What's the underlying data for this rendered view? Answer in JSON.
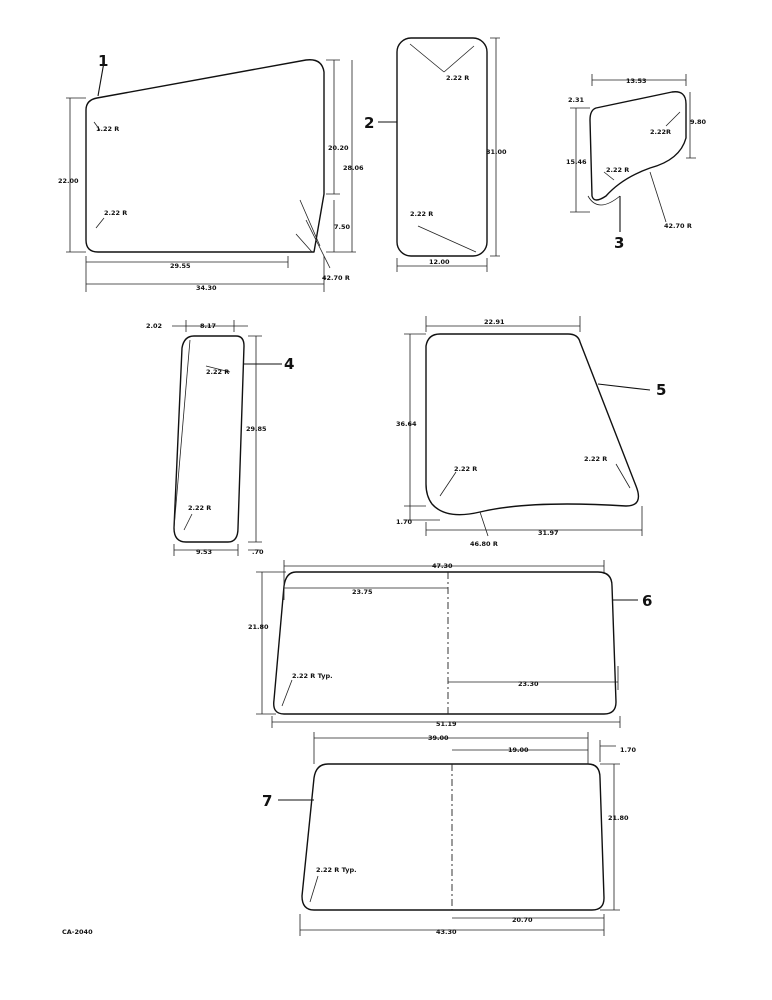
{
  "drawing_code": "CA-2040",
  "parts": [
    {
      "callout": "1",
      "dims": [
        "22.00",
        "20.20",
        "28.06",
        "7.50",
        "29.55",
        "34.30"
      ],
      "radii": [
        "1.22 R",
        "2.22 R",
        "42.70 R"
      ]
    },
    {
      "callout": "2",
      "dims": [
        "31.00",
        "12.00"
      ],
      "radii": [
        "2.22 R",
        "2.22 R"
      ]
    },
    {
      "callout": "3",
      "dims": [
        "13.53",
        "2.31",
        "9.80",
        "15.46"
      ],
      "radii": [
        "2.22R",
        "2.22 R",
        "42.70 R"
      ]
    },
    {
      "callout": "4",
      "dims": [
        "2.02",
        "8.17",
        "29.85",
        "9.53",
        ".70"
      ],
      "radii": [
        "2.22 R",
        "2.22 R"
      ]
    },
    {
      "callout": "5",
      "dims": [
        "22.91",
        "36.64",
        "1.70",
        "31.97"
      ],
      "radii": [
        "2.22 R",
        "2.22 R",
        "46.80 R"
      ]
    },
    {
      "callout": "6",
      "dims": [
        "47.30",
        "23.75",
        "21.80",
        "23.30",
        "51.19"
      ],
      "radii": [
        "2.22 R Typ."
      ]
    },
    {
      "callout": "7",
      "dims": [
        "39.00",
        "19.00",
        "1.70",
        "21.80",
        "20.70",
        "43.30"
      ],
      "radii": [
        "2.22 R Typ."
      ]
    }
  ]
}
